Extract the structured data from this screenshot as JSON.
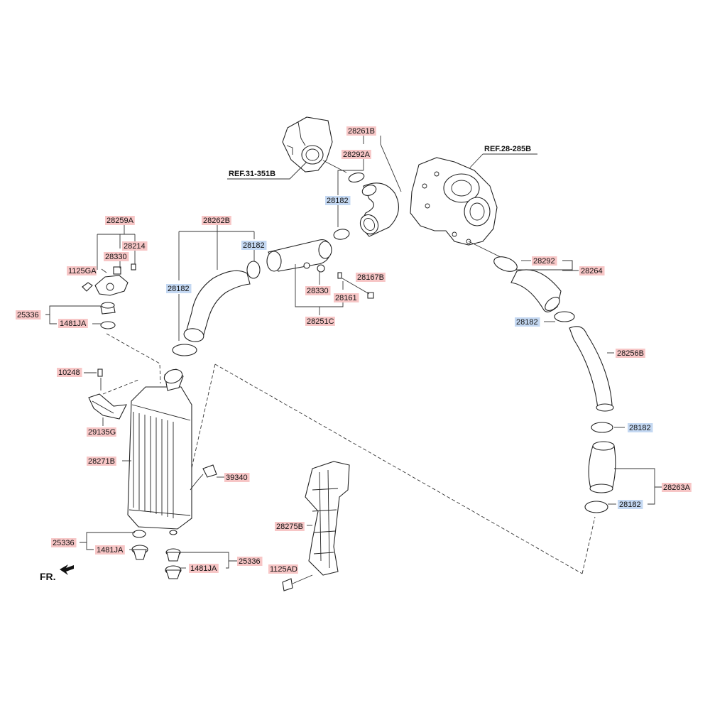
{
  "colors": {
    "label_red": "#f7c6c6",
    "label_blue": "#c4d8f2",
    "line": "#222222"
  },
  "references": [
    {
      "id": "ref-31-351b",
      "text": "REF.31-351B"
    },
    {
      "id": "ref-28-285b",
      "text": "REF.28-285B"
    }
  ],
  "orientation_label": "FR.",
  "callouts": [
    {
      "id": "c-28261b",
      "text": "28261B",
      "color": "red"
    },
    {
      "id": "c-28292a",
      "text": "28292A",
      "color": "red"
    },
    {
      "id": "c-28182-top",
      "text": "28182",
      "color": "blue"
    },
    {
      "id": "c-28259a",
      "text": "28259A",
      "color": "red"
    },
    {
      "id": "c-28262b",
      "text": "28262B",
      "color": "red"
    },
    {
      "id": "c-28330-left",
      "text": "28330",
      "color": "red"
    },
    {
      "id": "c-28214",
      "text": "28214",
      "color": "red"
    },
    {
      "id": "c-1125ga",
      "text": "1125GA",
      "color": "red"
    },
    {
      "id": "c-28182-mid",
      "text": "28182",
      "color": "blue"
    },
    {
      "id": "c-28182-left",
      "text": "28182",
      "color": "blue"
    },
    {
      "id": "c-28167b",
      "text": "28167B",
      "color": "red"
    },
    {
      "id": "c-28330-mid",
      "text": "28330",
      "color": "red"
    },
    {
      "id": "c-28161",
      "text": "28161",
      "color": "red"
    },
    {
      "id": "c-28251c",
      "text": "28251C",
      "color": "red"
    },
    {
      "id": "c-25336-top",
      "text": "25336",
      "color": "red"
    },
    {
      "id": "c-1481ja-top",
      "text": "1481JA",
      "color": "red"
    },
    {
      "id": "c-28292",
      "text": "28292",
      "color": "red"
    },
    {
      "id": "c-28264",
      "text": "28264",
      "color": "red"
    },
    {
      "id": "c-28182-right",
      "text": "28182",
      "color": "blue"
    },
    {
      "id": "c-28256b",
      "text": "28256B",
      "color": "red"
    },
    {
      "id": "c-10248",
      "text": "10248",
      "color": "red"
    },
    {
      "id": "c-29135g",
      "text": "29135G",
      "color": "red"
    },
    {
      "id": "c-28182-low1",
      "text": "28182",
      "color": "blue"
    },
    {
      "id": "c-28271b",
      "text": "28271B",
      "color": "red"
    },
    {
      "id": "c-39340",
      "text": "39340",
      "color": "red"
    },
    {
      "id": "c-28263a",
      "text": "28263A",
      "color": "red"
    },
    {
      "id": "c-28182-low2",
      "text": "28182",
      "color": "blue"
    },
    {
      "id": "c-28275b",
      "text": "28275B",
      "color": "red"
    },
    {
      "id": "c-25336-bl",
      "text": "25336",
      "color": "red"
    },
    {
      "id": "c-1481ja-bl",
      "text": "1481JA",
      "color": "red"
    },
    {
      "id": "c-25336-br",
      "text": "25336",
      "color": "red"
    },
    {
      "id": "c-1481ja-br",
      "text": "1481JA",
      "color": "red"
    },
    {
      "id": "c-1125ad",
      "text": "1125AD",
      "color": "red"
    }
  ]
}
